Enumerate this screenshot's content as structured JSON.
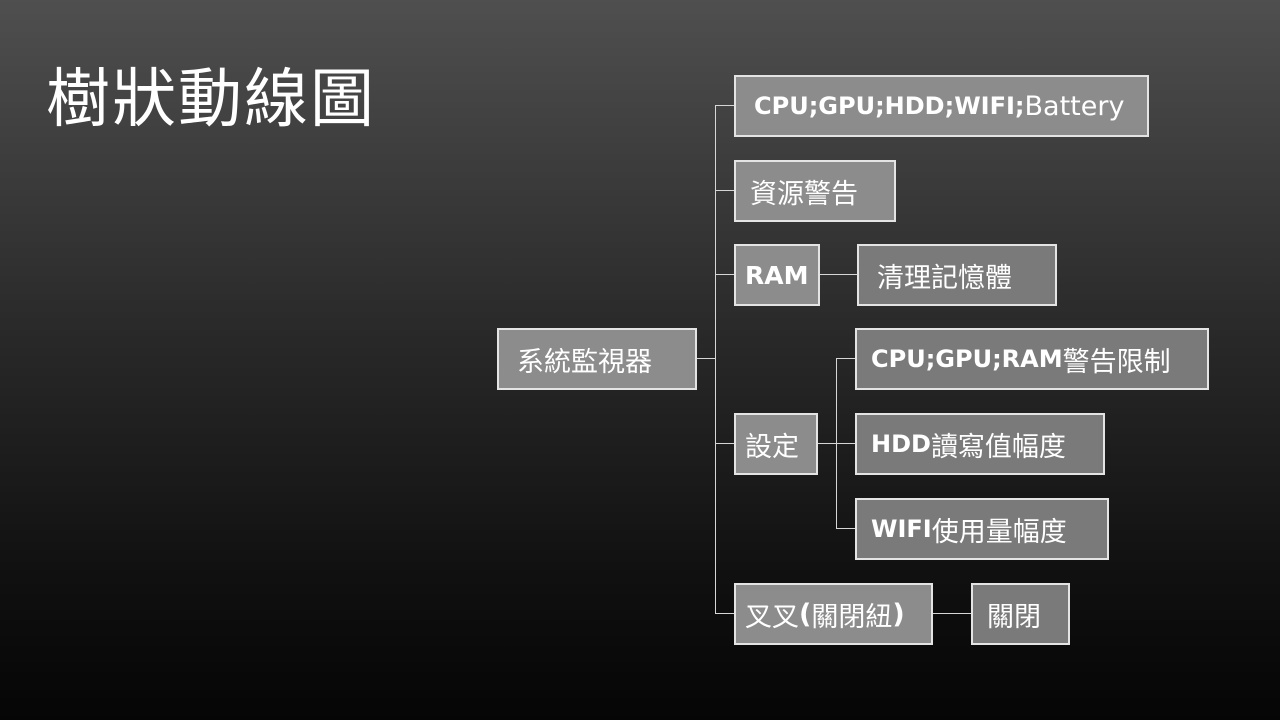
{
  "slide": {
    "title": "樹狀動線圖"
  },
  "tree": {
    "root": "系統監視器",
    "status": {
      "bold": "CPU;GPU;HDD;WIFI;",
      "normal": "Battery"
    },
    "resource_warning": "資源警告",
    "ram": "RAM",
    "ram_clean": "清理記憶體",
    "settings": "設定",
    "settings_children": [
      {
        "bold": "CPU;GPU;RAM",
        "normal": "警告限制"
      },
      {
        "bold": "HDD",
        "normal": "讀寫值幅度"
      },
      {
        "bold": "WIFI",
        "normal": "使用量幅度"
      }
    ],
    "close_x": {
      "normal": "叉叉",
      "bold": "(",
      "normal2": "關閉紐",
      "bold2": ")"
    },
    "close": "關閉"
  },
  "colors": {
    "node_fill": "#8c8c8c",
    "node_border": "#e4e4e4",
    "connector": "#d6d6d6"
  }
}
